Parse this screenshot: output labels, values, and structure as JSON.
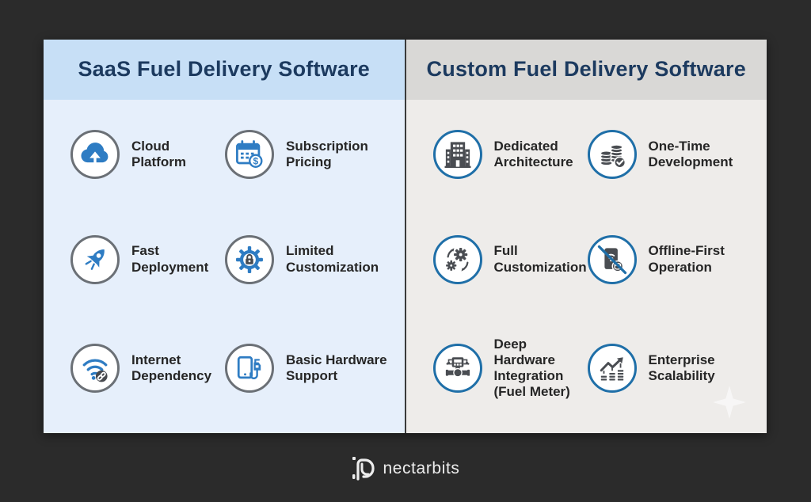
{
  "page": {
    "background_color": "#2b2b2b"
  },
  "columns": [
    {
      "id": "saas",
      "title": "SaaS Fuel Delivery Software",
      "header_bg": "#c7dff6",
      "body_bg": "#e6effb",
      "ring_color": "#6b7076",
      "icon_color": "#2e7cc3",
      "items": [
        {
          "label": "Cloud Platform",
          "icon": "cloud-upload-icon"
        },
        {
          "label": "Subscription Pricing",
          "icon": "calendar-dollar-icon"
        },
        {
          "label": "Fast Deployment",
          "icon": "rocket-icon"
        },
        {
          "label": "Limited Customization",
          "icon": "gear-lock-icon"
        },
        {
          "label": "Internet Dependency",
          "icon": "wifi-link-icon"
        },
        {
          "label": "Basic Hardware Support",
          "icon": "tablet-fuel-nozzle-icon"
        }
      ]
    },
    {
      "id": "custom",
      "title": "Custom Fuel Delivery Software",
      "header_bg": "#d9d8d6",
      "body_bg": "#eeecea",
      "ring_color": "#1f6fa8",
      "icon_color": "#4a4d52",
      "items": [
        {
          "label": "Dedicated Architecture",
          "icon": "building-icon"
        },
        {
          "label": "One-Time Development",
          "icon": "coins-check-icon"
        },
        {
          "label": "Full Customization",
          "icon": "gears-sync-icon"
        },
        {
          "label": "Offline-First Operation",
          "icon": "phone-offline-icon"
        },
        {
          "label": "Deep Hardware Integration (Fuel Meter)",
          "icon": "fuel-meter-icon"
        },
        {
          "label": "Enterprise Scalability",
          "icon": "growth-chart-icon"
        }
      ]
    }
  ],
  "footer": {
    "brand": "nectarbits"
  }
}
